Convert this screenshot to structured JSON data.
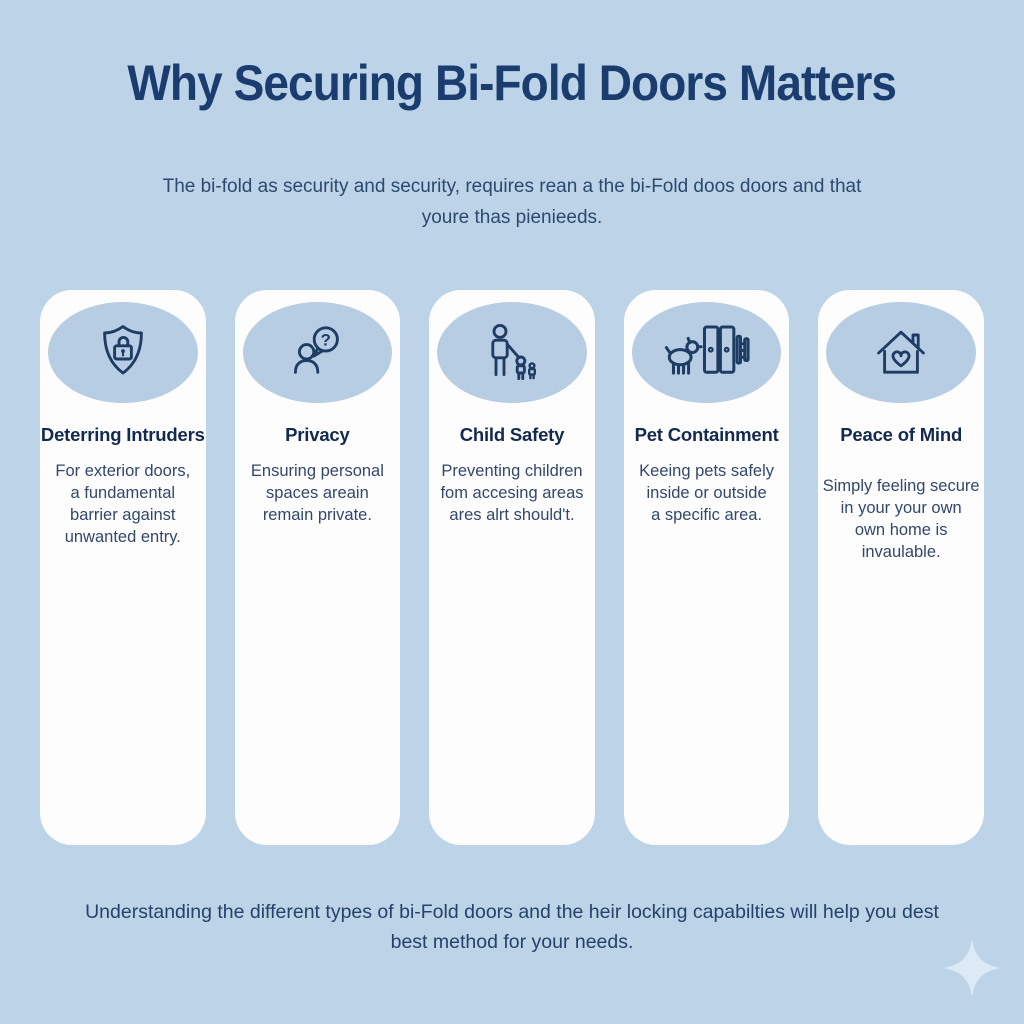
{
  "title": "Why Securing Bi-Fold Doors Matters",
  "subtitle_lines": [
    "The bi-fold as security and security, requires rean a the bi-Fold doos doors and that",
    "youre thas pienieeds."
  ],
  "cards": [
    {
      "icon": "shield-lock-icon",
      "title": "Deterring Intruders",
      "description_lines": [
        "For exterior doors,",
        "a fundamental",
        "barrier against",
        "unwanted entry."
      ]
    },
    {
      "icon": "person-question-icon",
      "title": "Privacy",
      "description_lines": [
        "Ensuring personal",
        "spaces areain",
        "remain private."
      ]
    },
    {
      "icon": "adult-child-icon",
      "title": "Child Safety",
      "description_lines": [
        "Preventing children",
        "fom accesing areas",
        "ares alrt should't."
      ]
    },
    {
      "icon": "dog-bifold-door-icon",
      "title": "Pet Containment",
      "description_lines": [
        "Keeing pets safely",
        "inside or outside",
        "a specific area."
      ]
    },
    {
      "icon": "house-heart-icon",
      "title": "Peace of Mind",
      "description_lines": [
        "Simply feeling secure",
        "in your your own",
        "own home is",
        "invaulable."
      ]
    }
  ],
  "footer_lines": [
    "Understanding the different types of bi-Fold doors and the heir locking capabilties will help you dest",
    "best method for your needs."
  ],
  "decorations": {
    "bottom_right": "sparkle-icon"
  },
  "colors": {
    "background": "#bdd3e7",
    "card_background": "#fdfdfe",
    "icon_oval": "#b6cde3",
    "icon_stroke": "#1f3c63",
    "heading_text": "#1b3c6e",
    "card_title_text": "#132a4e",
    "body_text": "#32486b",
    "sparkle": "#dceaf6"
  }
}
